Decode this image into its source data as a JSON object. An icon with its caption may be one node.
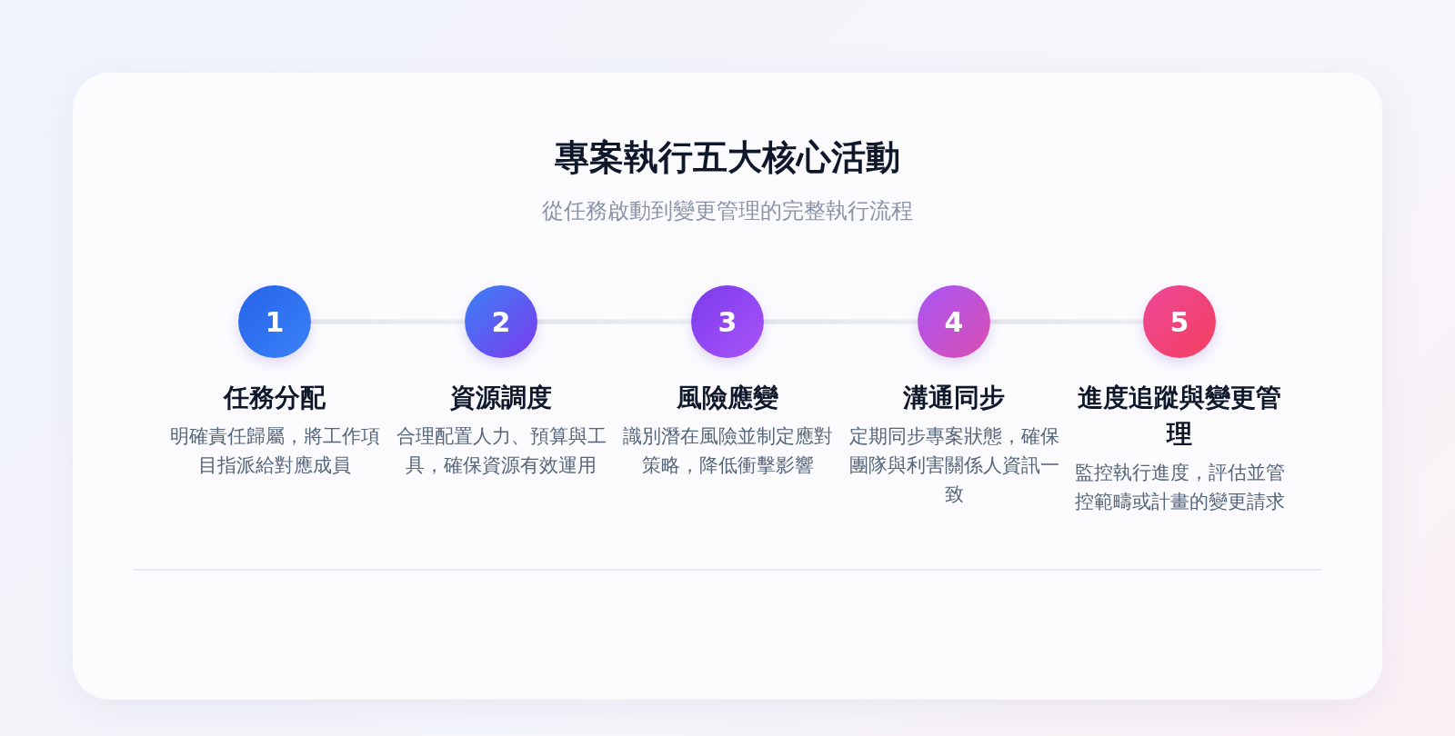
{
  "diagram": {
    "title": "專案執行五大核心活動",
    "caption": "從任務啟動到變更管理的完整執行流程",
    "nodes": [
      {
        "text": [
          "1",
          "任務分配"
        ]
      },
      {
        "text": [
          "2",
          "資源調度"
        ]
      },
      {
        "text": [
          "3",
          "風險應變"
        ]
      },
      {
        "text": [
          "4",
          "溝通同步"
        ]
      },
      {
        "text": [
          "5",
          "進度追蹤與變更管理"
        ]
      }
    ],
    "labels": [
      "明確責任歸屬，將工作項目指派給對應成員",
      "合理配置人力、預算與工具，確保資源有效運用",
      "識別潛在風險並制定應對策略，降低衝擊影響",
      "定期同步專案狀態，確保團隊與利害關係人資訊一致",
      "監控執行進度，評估並管控範疇或計畫的變更請求"
    ],
    "edges": [
      {
        "from": 0,
        "to": 1,
        "arrow": "none"
      },
      {
        "from": 1,
        "to": 2,
        "arrow": "none"
      },
      {
        "from": 2,
        "to": 3,
        "arrow": "none"
      },
      {
        "from": 3,
        "to": 4,
        "arrow": "none"
      }
    ]
  }
}
